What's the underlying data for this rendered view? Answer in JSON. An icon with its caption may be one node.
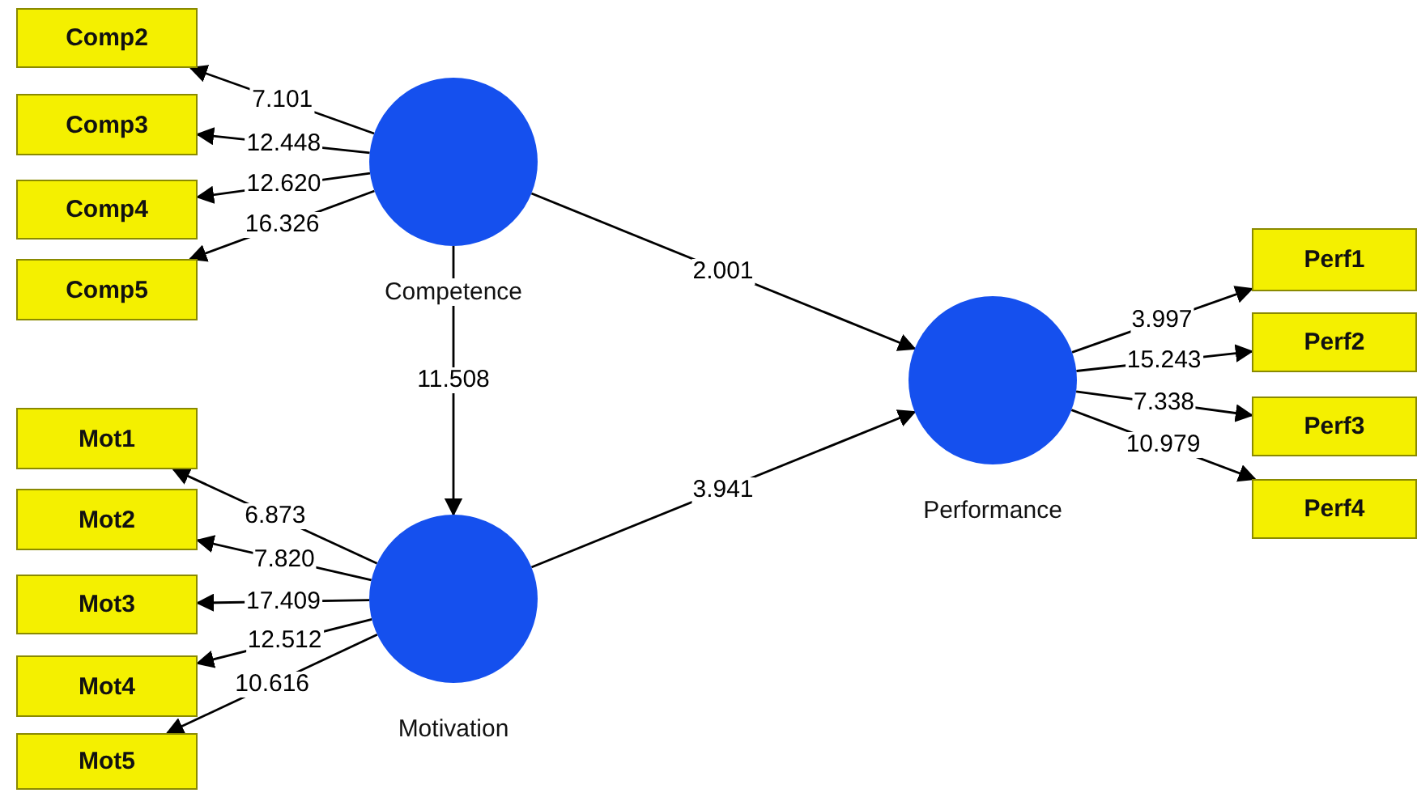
{
  "diagram": {
    "nodes": [
      {
        "text": [
          "Comp2"
        ]
      },
      {
        "text": [
          "Comp3"
        ]
      },
      {
        "text": [
          "Comp4"
        ]
      },
      {
        "text": [
          "Comp5"
        ]
      },
      {
        "text": [
          "Competence"
        ]
      },
      {
        "text": [
          "Mot1"
        ]
      },
      {
        "text": [
          "Mot2"
        ]
      },
      {
        "text": [
          "Mot3"
        ]
      },
      {
        "text": [
          "Mot4"
        ]
      },
      {
        "text": [
          "Mot5"
        ]
      },
      {
        "text": [
          "Motivation"
        ]
      },
      {
        "text": [
          "Performance"
        ]
      },
      {
        "text": [
          "Perf1"
        ]
      },
      {
        "text": [
          "Perf2"
        ]
      },
      {
        "text": [
          "Perf3"
        ]
      },
      {
        "text": [
          "Perf4"
        ]
      }
    ],
    "edges": [
      {
        "from": 4,
        "to": 0,
        "arrow": "to",
        "label": "7.101"
      },
      {
        "from": 4,
        "to": 1,
        "arrow": "to",
        "label": "12.448"
      },
      {
        "from": 4,
        "to": 2,
        "arrow": "to",
        "label": "12.620"
      },
      {
        "from": 4,
        "to": 3,
        "arrow": "to",
        "label": "16.326"
      },
      {
        "from": 4,
        "to": 10,
        "arrow": "to",
        "label": "11.508"
      },
      {
        "from": 4,
        "to": 11,
        "arrow": "to",
        "label": "2.001"
      },
      {
        "from": 10,
        "to": 5,
        "arrow": "to",
        "label": "6.873"
      },
      {
        "from": 10,
        "to": 6,
        "arrow": "to",
        "label": "7.820"
      },
      {
        "from": 10,
        "to": 7,
        "arrow": "to",
        "label": "17.409"
      },
      {
        "from": 10,
        "to": 8,
        "arrow": "to",
        "label": "12.512"
      },
      {
        "from": 10,
        "to": 9,
        "arrow": "to",
        "label": "10.616"
      },
      {
        "from": 10,
        "to": 11,
        "arrow": "to",
        "label": "3.941"
      },
      {
        "from": 11,
        "to": 12,
        "arrow": "to",
        "label": "3.997"
      },
      {
        "from": 11,
        "to": 13,
        "arrow": "to",
        "label": "15.243"
      },
      {
        "from": 11,
        "to": 14,
        "arrow": "to",
        "label": "7.338"
      },
      {
        "from": 11,
        "to": 15,
        "arrow": "to",
        "label": "10.979"
      }
    ]
  }
}
